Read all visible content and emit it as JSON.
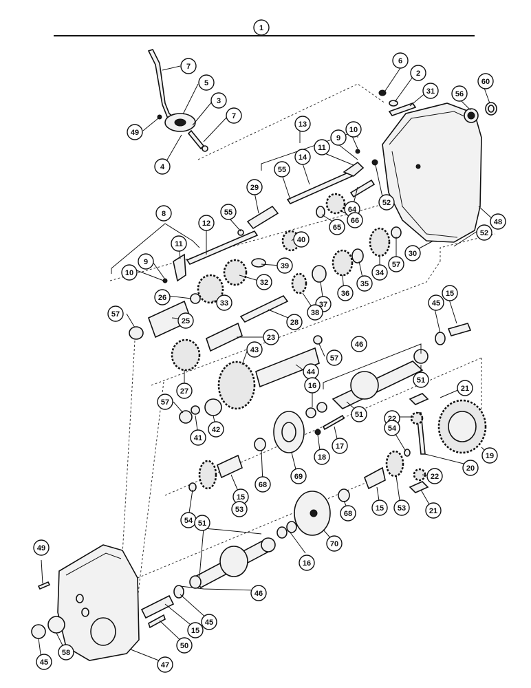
{
  "figure_number": "1",
  "callouts": [
    {
      "id": "c-1",
      "text": "1"
    },
    {
      "id": "c-7a",
      "text": "7"
    },
    {
      "id": "c-5",
      "text": "5"
    },
    {
      "id": "c-3",
      "text": "3"
    },
    {
      "id": "c-7b",
      "text": "7"
    },
    {
      "id": "c-49a",
      "text": "49"
    },
    {
      "id": "c-4",
      "text": "4"
    },
    {
      "id": "c-6",
      "text": "6"
    },
    {
      "id": "c-2",
      "text": "2"
    },
    {
      "id": "c-31",
      "text": "31"
    },
    {
      "id": "c-56",
      "text": "56"
    },
    {
      "id": "c-60",
      "text": "60"
    },
    {
      "id": "c-13",
      "text": "13"
    },
    {
      "id": "c-10a",
      "text": "10"
    },
    {
      "id": "c-9a",
      "text": "9"
    },
    {
      "id": "c-11a",
      "text": "11"
    },
    {
      "id": "c-14",
      "text": "14"
    },
    {
      "id": "c-55a",
      "text": "55"
    },
    {
      "id": "c-29",
      "text": "29"
    },
    {
      "id": "c-52a",
      "text": "52"
    },
    {
      "id": "c-64",
      "text": "64"
    },
    {
      "id": "c-66",
      "text": "66"
    },
    {
      "id": "c-65",
      "text": "65"
    },
    {
      "id": "c-48",
      "text": "48"
    },
    {
      "id": "c-52b",
      "text": "52"
    },
    {
      "id": "c-8",
      "text": "8"
    },
    {
      "id": "c-55b",
      "text": "55"
    },
    {
      "id": "c-12",
      "text": "12"
    },
    {
      "id": "c-11b",
      "text": "11"
    },
    {
      "id": "c-40",
      "text": "40"
    },
    {
      "id": "c-57a",
      "text": "57"
    },
    {
      "id": "c-30",
      "text": "30"
    },
    {
      "id": "c-10b",
      "text": "10"
    },
    {
      "id": "c-9b",
      "text": "9"
    },
    {
      "id": "c-39",
      "text": "39"
    },
    {
      "id": "c-32",
      "text": "32"
    },
    {
      "id": "c-34",
      "text": "34"
    },
    {
      "id": "c-35",
      "text": "35"
    },
    {
      "id": "c-36",
      "text": "36"
    },
    {
      "id": "c-37",
      "text": "37"
    },
    {
      "id": "c-26",
      "text": "26"
    },
    {
      "id": "c-33",
      "text": "33"
    },
    {
      "id": "c-38",
      "text": "38"
    },
    {
      "id": "c-57b",
      "text": "57"
    },
    {
      "id": "c-25",
      "text": "25"
    },
    {
      "id": "c-28",
      "text": "28"
    },
    {
      "id": "c-45a",
      "text": "45"
    },
    {
      "id": "c-15a",
      "text": "15"
    },
    {
      "id": "c-23",
      "text": "23"
    },
    {
      "id": "c-57c",
      "text": "57"
    },
    {
      "id": "c-46a",
      "text": "46"
    },
    {
      "id": "c-43",
      "text": "43"
    },
    {
      "id": "c-44",
      "text": "44"
    },
    {
      "id": "c-27",
      "text": "27"
    },
    {
      "id": "c-51a",
      "text": "51"
    },
    {
      "id": "c-21a",
      "text": "21"
    },
    {
      "id": "c-16a",
      "text": "16"
    },
    {
      "id": "c-57d",
      "text": "57"
    },
    {
      "id": "c-51b",
      "text": "51"
    },
    {
      "id": "c-22a",
      "text": "22"
    },
    {
      "id": "c-41",
      "text": "41"
    },
    {
      "id": "c-42",
      "text": "42"
    },
    {
      "id": "c-17",
      "text": "17"
    },
    {
      "id": "c-18",
      "text": "18"
    },
    {
      "id": "c-54a",
      "text": "54"
    },
    {
      "id": "c-20",
      "text": "20"
    },
    {
      "id": "c-19",
      "text": "19"
    },
    {
      "id": "c-68a",
      "text": "68"
    },
    {
      "id": "c-69",
      "text": "69"
    },
    {
      "id": "c-15b",
      "text": "15"
    },
    {
      "id": "c-22b",
      "text": "22"
    },
    {
      "id": "c-53a",
      "text": "53"
    },
    {
      "id": "c-15c",
      "text": "15"
    },
    {
      "id": "c-53b",
      "text": "53"
    },
    {
      "id": "c-21b",
      "text": "21"
    },
    {
      "id": "c-54b",
      "text": "54"
    },
    {
      "id": "c-51c",
      "text": "51"
    },
    {
      "id": "c-68b",
      "text": "68"
    },
    {
      "id": "c-70",
      "text": "70"
    },
    {
      "id": "c-16b",
      "text": "16"
    },
    {
      "id": "c-49b",
      "text": "49"
    },
    {
      "id": "c-46b",
      "text": "46"
    },
    {
      "id": "c-45b",
      "text": "45"
    },
    {
      "id": "c-15d",
      "text": "15"
    },
    {
      "id": "c-50",
      "text": "50"
    },
    {
      "id": "c-45c",
      "text": "45"
    },
    {
      "id": "c-58",
      "text": "58"
    },
    {
      "id": "c-47",
      "text": "47"
    }
  ]
}
